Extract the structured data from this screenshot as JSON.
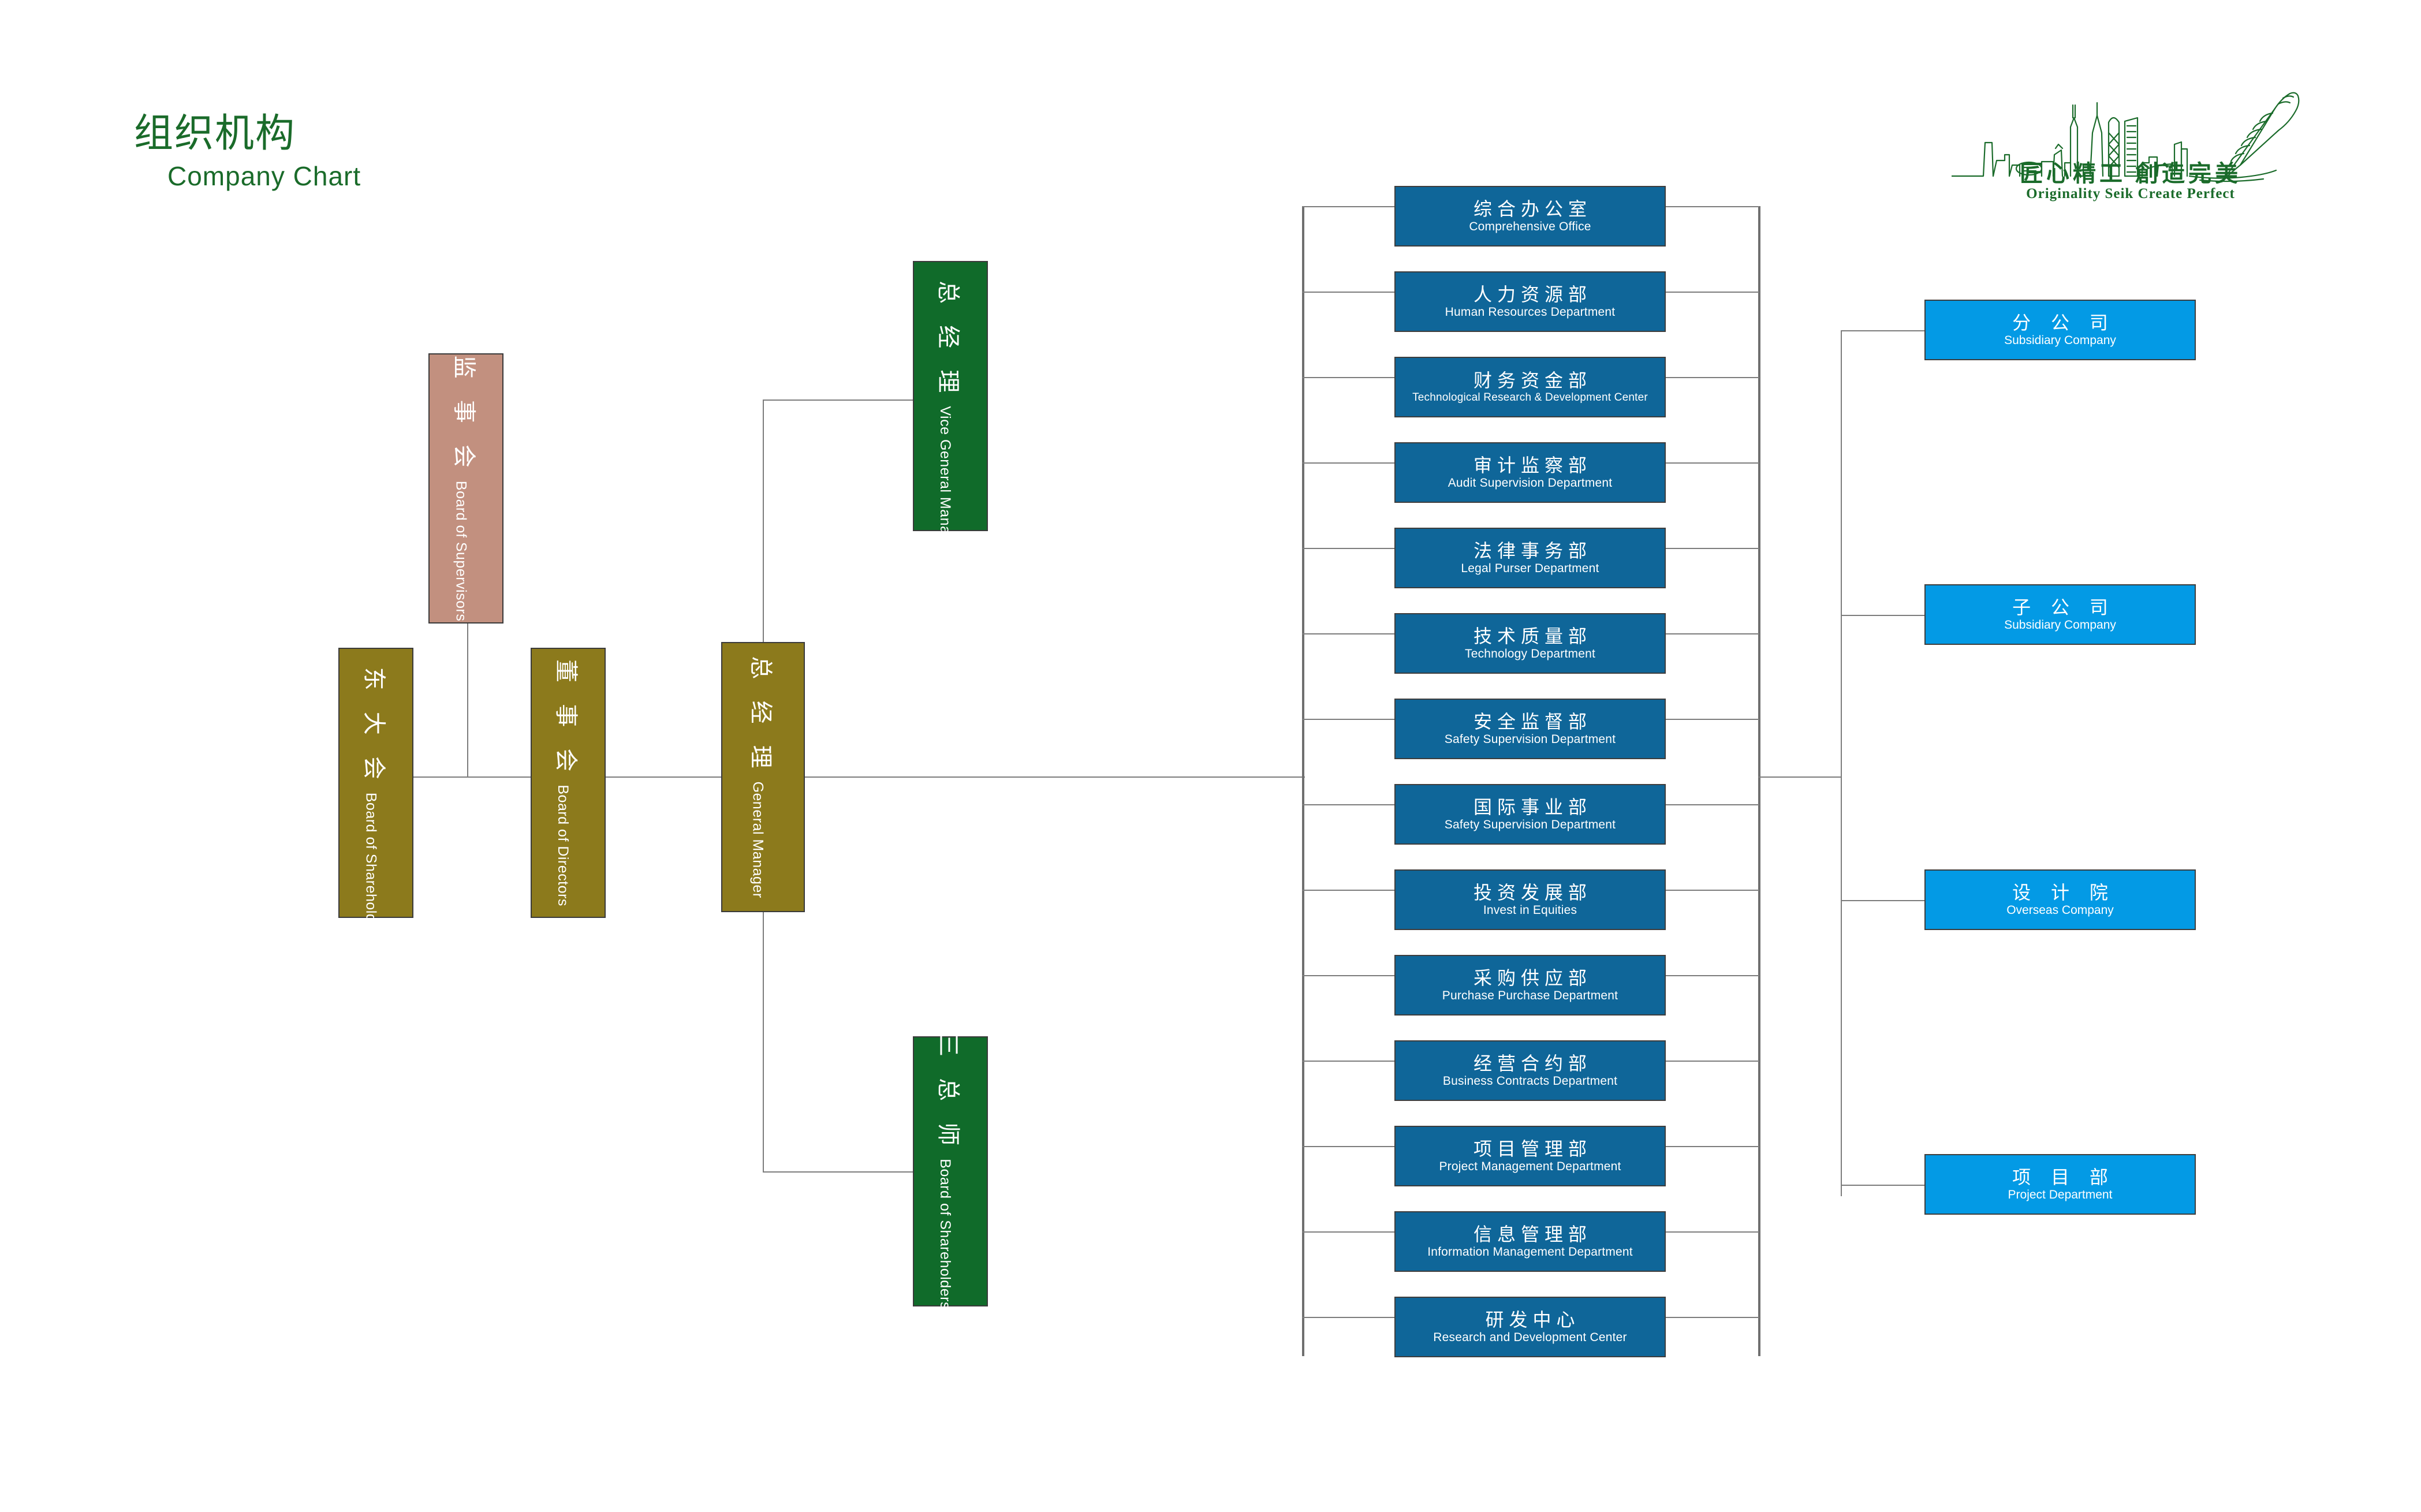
{
  "title": {
    "cn": "组织机构",
    "en": "Company Chart"
  },
  "logo": {
    "tagline_cn": "匠心精工 創造完美",
    "tagline_en": "Originality Seik    Create Perfect",
    "icon": "skyline-feather-logo"
  },
  "colors": {
    "green": "#106b2a",
    "olive": "#8c7a1c",
    "rose": "#c2907f",
    "dept_blue": "#0f6699",
    "sub_blue": "#039ae5",
    "title_green": "#1a6b2a",
    "connector": "#7c7c7c"
  },
  "governance": [
    {
      "id": "board-of-supervisors",
      "cn": "监 事 会",
      "en": "Board of Supervisors",
      "color": "rose"
    },
    {
      "id": "board-of-shareholders",
      "cn": "股 东 大 会",
      "en": "Board of Shareholders",
      "color": "olive"
    },
    {
      "id": "board-of-directors",
      "cn": "董 事 会",
      "en": "Board of Directors",
      "color": "olive"
    },
    {
      "id": "general-manager",
      "cn": "总 经 理",
      "en": "General Manager",
      "color": "olive"
    },
    {
      "id": "vice-general-manager",
      "cn": "副 总 经 理",
      "en": "Vice General Manager",
      "color": "green"
    },
    {
      "id": "three-chief-engineers",
      "cn": "三 总 师",
      "en": "Board of Shareholders",
      "color": "green"
    }
  ],
  "departments": [
    {
      "cn": "综合办公室",
      "en": "Comprehensive Office"
    },
    {
      "cn": "人力资源部",
      "en": "Human Resources Department"
    },
    {
      "cn": "财务资金部",
      "en": "Technological Research & Development Center"
    },
    {
      "cn": "审计监察部",
      "en": "Audit Supervision Department"
    },
    {
      "cn": "法律事务部",
      "en": "Legal Purser Department"
    },
    {
      "cn": "技术质量部",
      "en": "Technology Department"
    },
    {
      "cn": "安全监督部",
      "en": "Safety Supervision Department"
    },
    {
      "cn": "国际事业部",
      "en": "Safety Supervision Department"
    },
    {
      "cn": "投资发展部",
      "en": "Invest in Equities"
    },
    {
      "cn": "采购供应部",
      "en": "Purchase Purchase Department"
    },
    {
      "cn": "经营合约部",
      "en": "Business Contracts Department"
    },
    {
      "cn": "项目管理部",
      "en": "Project Management Department"
    },
    {
      "cn": "信息管理部",
      "en": "Information Management Department"
    },
    {
      "cn": "研发中心",
      "en": "Research and Development Center"
    }
  ],
  "subsidiaries": [
    {
      "cn": "分 公 司",
      "en": "Subsidiary Company"
    },
    {
      "cn": "子 公 司",
      "en": "Subsidiary Company"
    },
    {
      "cn": "设 计 院",
      "en": "Overseas Company"
    },
    {
      "cn": "项 目 部",
      "en": "Project Department"
    }
  ]
}
